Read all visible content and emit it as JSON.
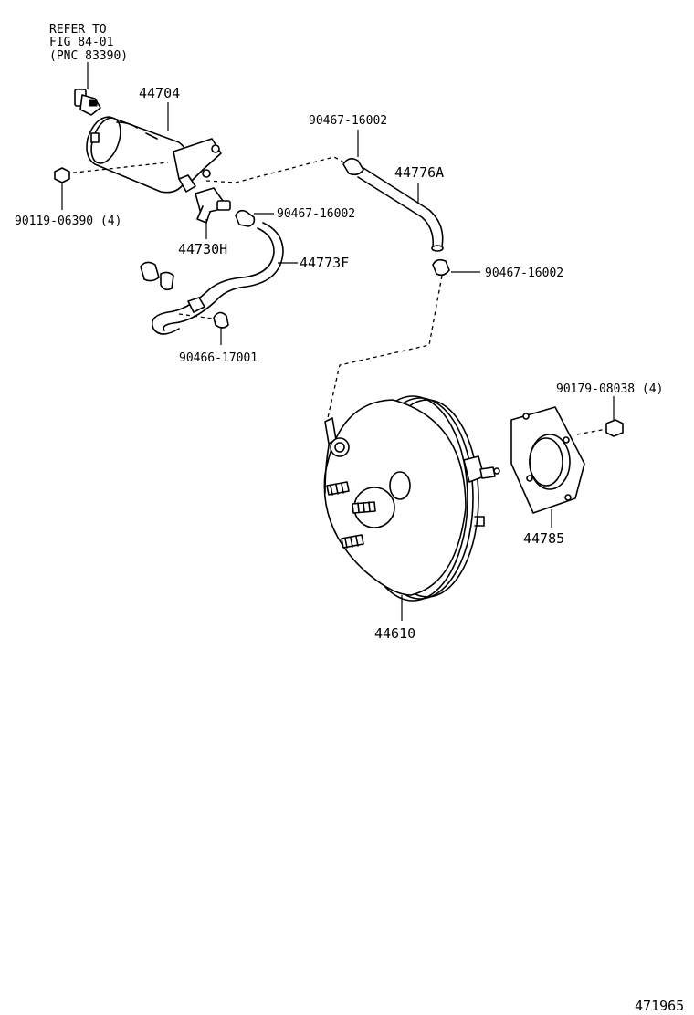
{
  "reference_note": {
    "line1": "REFER TO",
    "line2": "FIG 84-01",
    "line3": "(PNC 83390)"
  },
  "callouts": {
    "p44704": "44704",
    "p90119": "90119-06390 (4)",
    "p44730H": "44730H",
    "p90467_a": "90467-16002",
    "p90467_b": "90467-16002",
    "p90467_c": "90467-16002",
    "p44776A": "44776A",
    "p44773F": "44773F",
    "p90466": "90466-17001",
    "p90179": "90179-08038 (4)",
    "p44785": "44785",
    "p44610": "44610"
  },
  "figure_number": "471965"
}
